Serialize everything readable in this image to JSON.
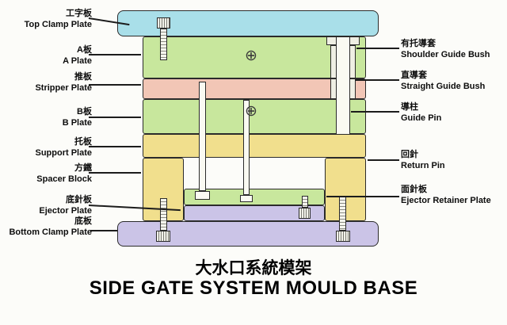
{
  "title": {
    "zh": "大水口系統模架",
    "en": "SIDE GATE SYSTEM MOULD BASE"
  },
  "left_labels": [
    {
      "zh": "工字板",
      "en": "Top Clamp Plate"
    },
    {
      "zh": "A板",
      "en": "A Plate"
    },
    {
      "zh": "推板",
      "en": "Stripper Plate"
    },
    {
      "zh": "B板",
      "en": "B Plate"
    },
    {
      "zh": "托板",
      "en": "Support Plate"
    },
    {
      "zh": "方鐵",
      "en": "Spacer Block"
    },
    {
      "zh": "底針板",
      "en": "Ejector Plate"
    },
    {
      "zh": "底板",
      "en": "Bottom Clamp Plate"
    }
  ],
  "right_labels": [
    {
      "zh": "有托導套",
      "en": "Shoulder Guide Bush"
    },
    {
      "zh": "直導套",
      "en": "Straight Guide Bush"
    },
    {
      "zh": "導柱",
      "en": "Guide Pin"
    },
    {
      "zh": "回針",
      "en": "Return Pin"
    },
    {
      "zh": "面針板",
      "en": "Ejector Retainer Plate"
    }
  ],
  "icons": {
    "screw_hole": "⊕"
  },
  "colors": {
    "top_clamp_plate": "#a9dfe9",
    "a_plate": "#c8e79d",
    "stripper_plate": "#f2c6b6",
    "b_plate": "#c8e79d",
    "support_plate": "#f1df8d",
    "spacer_block": "#f1df8d",
    "ejector_retainer_plate": "#c8e79d",
    "ejector_plate": "#cbc4e7",
    "bottom_clamp_plate": "#cbc4e7",
    "pin": "#fafaf2"
  }
}
